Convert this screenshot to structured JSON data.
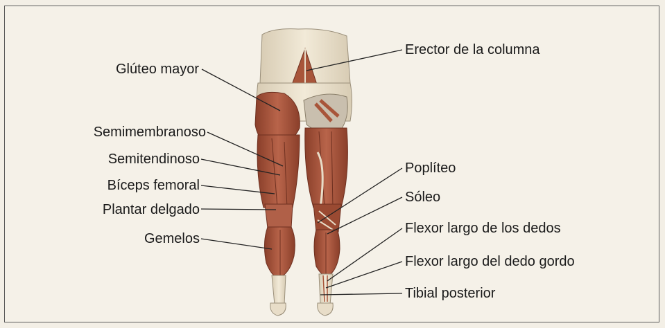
{
  "labels_left": [
    {
      "id": "gluteo",
      "text": "Glúteo mayor"
    },
    {
      "id": "semimembranoso",
      "text": "Semimembranoso"
    },
    {
      "id": "semitendinoso",
      "text": "Semitendinoso"
    },
    {
      "id": "biceps",
      "text": "Bíceps femoral"
    },
    {
      "id": "plantar",
      "text": "Plantar delgado"
    },
    {
      "id": "gemelos",
      "text": "Gemelos"
    }
  ],
  "labels_right": [
    {
      "id": "erector",
      "text": "Erector de la columna"
    },
    {
      "id": "popliteo",
      "text": "Poplíteo"
    },
    {
      "id": "soleo",
      "text": "Sóleo"
    },
    {
      "id": "flexor-dedos",
      "text": "Flexor largo de los dedos"
    },
    {
      "id": "flexor-gordo",
      "text": "Flexor largo del dedo gordo"
    },
    {
      "id": "tibial",
      "text": "Tibial posterior"
    }
  ],
  "colors": {
    "muscle": "#a8553a",
    "muscle_dark": "#7e3a26",
    "skin": "#e8ddc8",
    "bone": "#d9d2c2",
    "line": "#222222"
  }
}
